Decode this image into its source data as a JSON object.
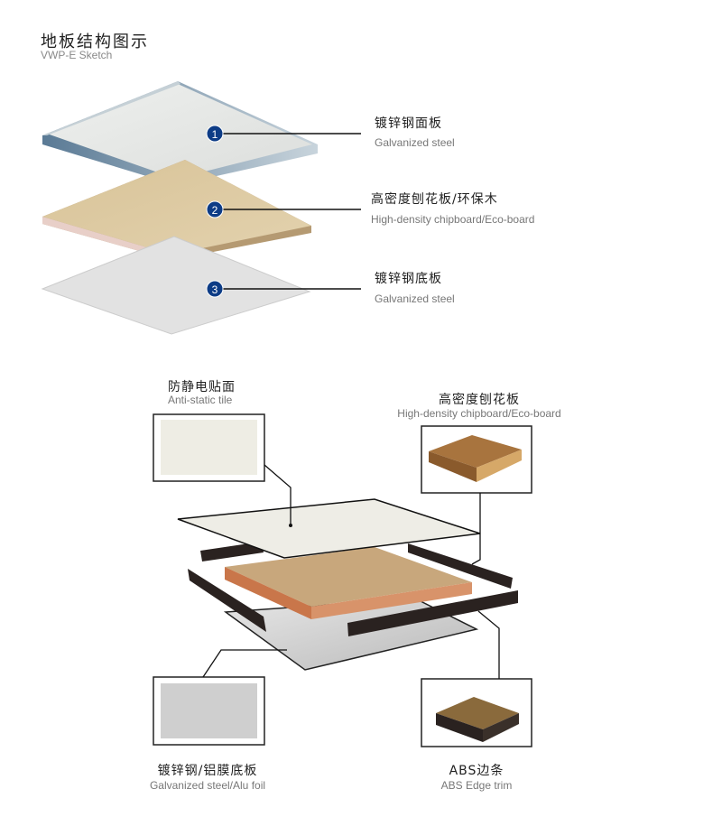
{
  "header": {
    "title": "地板结构图示",
    "subtitle": "VWP-E Sketch"
  },
  "layers": [
    {
      "number": "1",
      "cn": "镀锌钢面板",
      "en": "Galvanized steel"
    },
    {
      "number": "2",
      "cn": "高密度刨花板/环保木",
      "en": "High-density chipboard/Eco-board"
    },
    {
      "number": "3",
      "cn": "镀锌钢底板",
      "en": "Galvanized steel"
    }
  ],
  "components": {
    "tile": {
      "cn": "防静电贴面",
      "en": "Anti-static tile"
    },
    "chipboard": {
      "cn": "高密度刨花板",
      "en": "High-density chipboard/Eco-board"
    },
    "bottom": {
      "cn": "镀锌钢/铝膜底板",
      "en": "Galvanized steel/Alu foil"
    },
    "edge": {
      "cn": "ABS边条",
      "en": "ABS Edge trim"
    }
  },
  "colors": {
    "badge": "#0d3c86",
    "wood": "#c09a6b",
    "trim": "#2a2220"
  }
}
